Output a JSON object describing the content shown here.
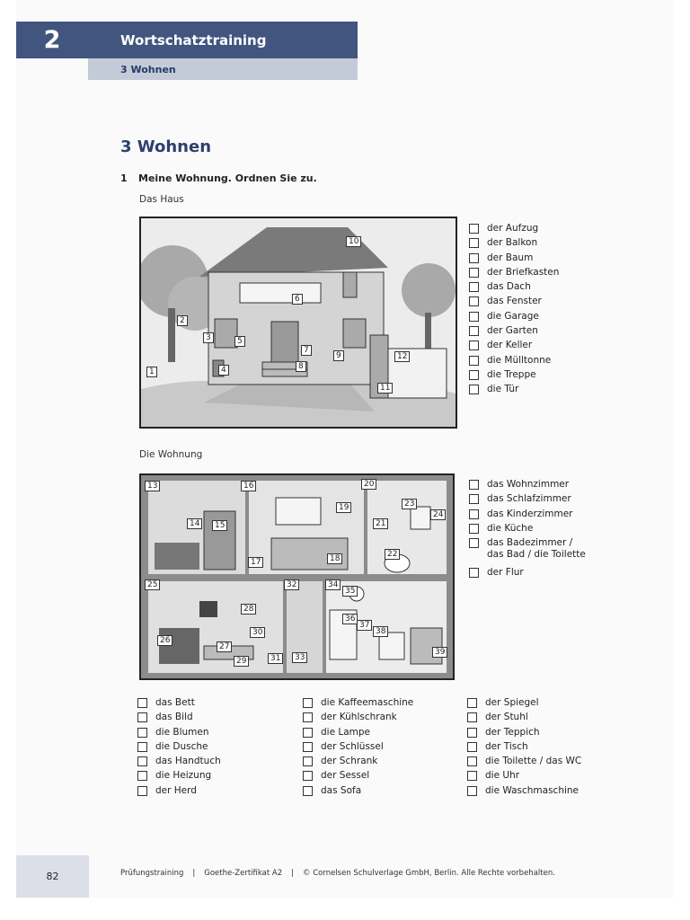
{
  "header": {
    "chapter_number": "2",
    "title": "Wortschatztraining",
    "subtitle": "3 Wohnen"
  },
  "section": {
    "heading": "3 Wohnen",
    "task_number": "1",
    "task_text": "Meine Wohnung. Ordnen Sie zu."
  },
  "house": {
    "label": "Das Haus",
    "number_labels": [
      "1",
      "2",
      "3",
      "4",
      "5",
      "6",
      "7",
      "8",
      "9",
      "10",
      "11",
      "12"
    ],
    "options": [
      "der Aufzug",
      "der Balkon",
      "der Baum",
      "der Briefkasten",
      "das Dach",
      "das Fenster",
      "die Garage",
      "der Garten",
      "der Keller",
      "die Mülltonne",
      "die Treppe",
      "die Tür"
    ]
  },
  "apartment": {
    "label": "Die Wohnung",
    "number_labels": [
      "13",
      "14",
      "15",
      "16",
      "17",
      "18",
      "19",
      "20",
      "21",
      "22",
      "23",
      "24",
      "25",
      "26",
      "27",
      "28",
      "29",
      "30",
      "31",
      "32",
      "33",
      "34",
      "35",
      "36",
      "37",
      "38",
      "39"
    ],
    "room_options": [
      "das Wohnzimmer",
      "das Schlafzimmer",
      "das Kinderzimmer",
      "die Küche",
      "das Badezimmer /",
      "das Bad / die Toilette",
      "der Flur"
    ],
    "objects_col1": [
      "das Bett",
      "das Bild",
      "die Blumen",
      "die Dusche",
      "das Handtuch",
      "die Heizung",
      "der Herd"
    ],
    "objects_col2": [
      "die Kaffeemaschine",
      "der Kühlschrank",
      "die Lampe",
      "der Schlüssel",
      "der Schrank",
      "der Sessel",
      "das Sofa"
    ],
    "objects_col3": [
      "der Spiegel",
      "der Stuhl",
      "der Teppich",
      "der Tisch",
      "die Toilette / das WC",
      "die Uhr",
      "die Waschmaschine"
    ]
  },
  "footer": {
    "page_number": "82",
    "part1": "Prüfungstraining",
    "sep": "|",
    "part2": "Goethe-Zertifikat A2",
    "part3": "© Cornelsen Schulverlage GmbH, Berlin. Alle Rechte vorbehalten."
  }
}
